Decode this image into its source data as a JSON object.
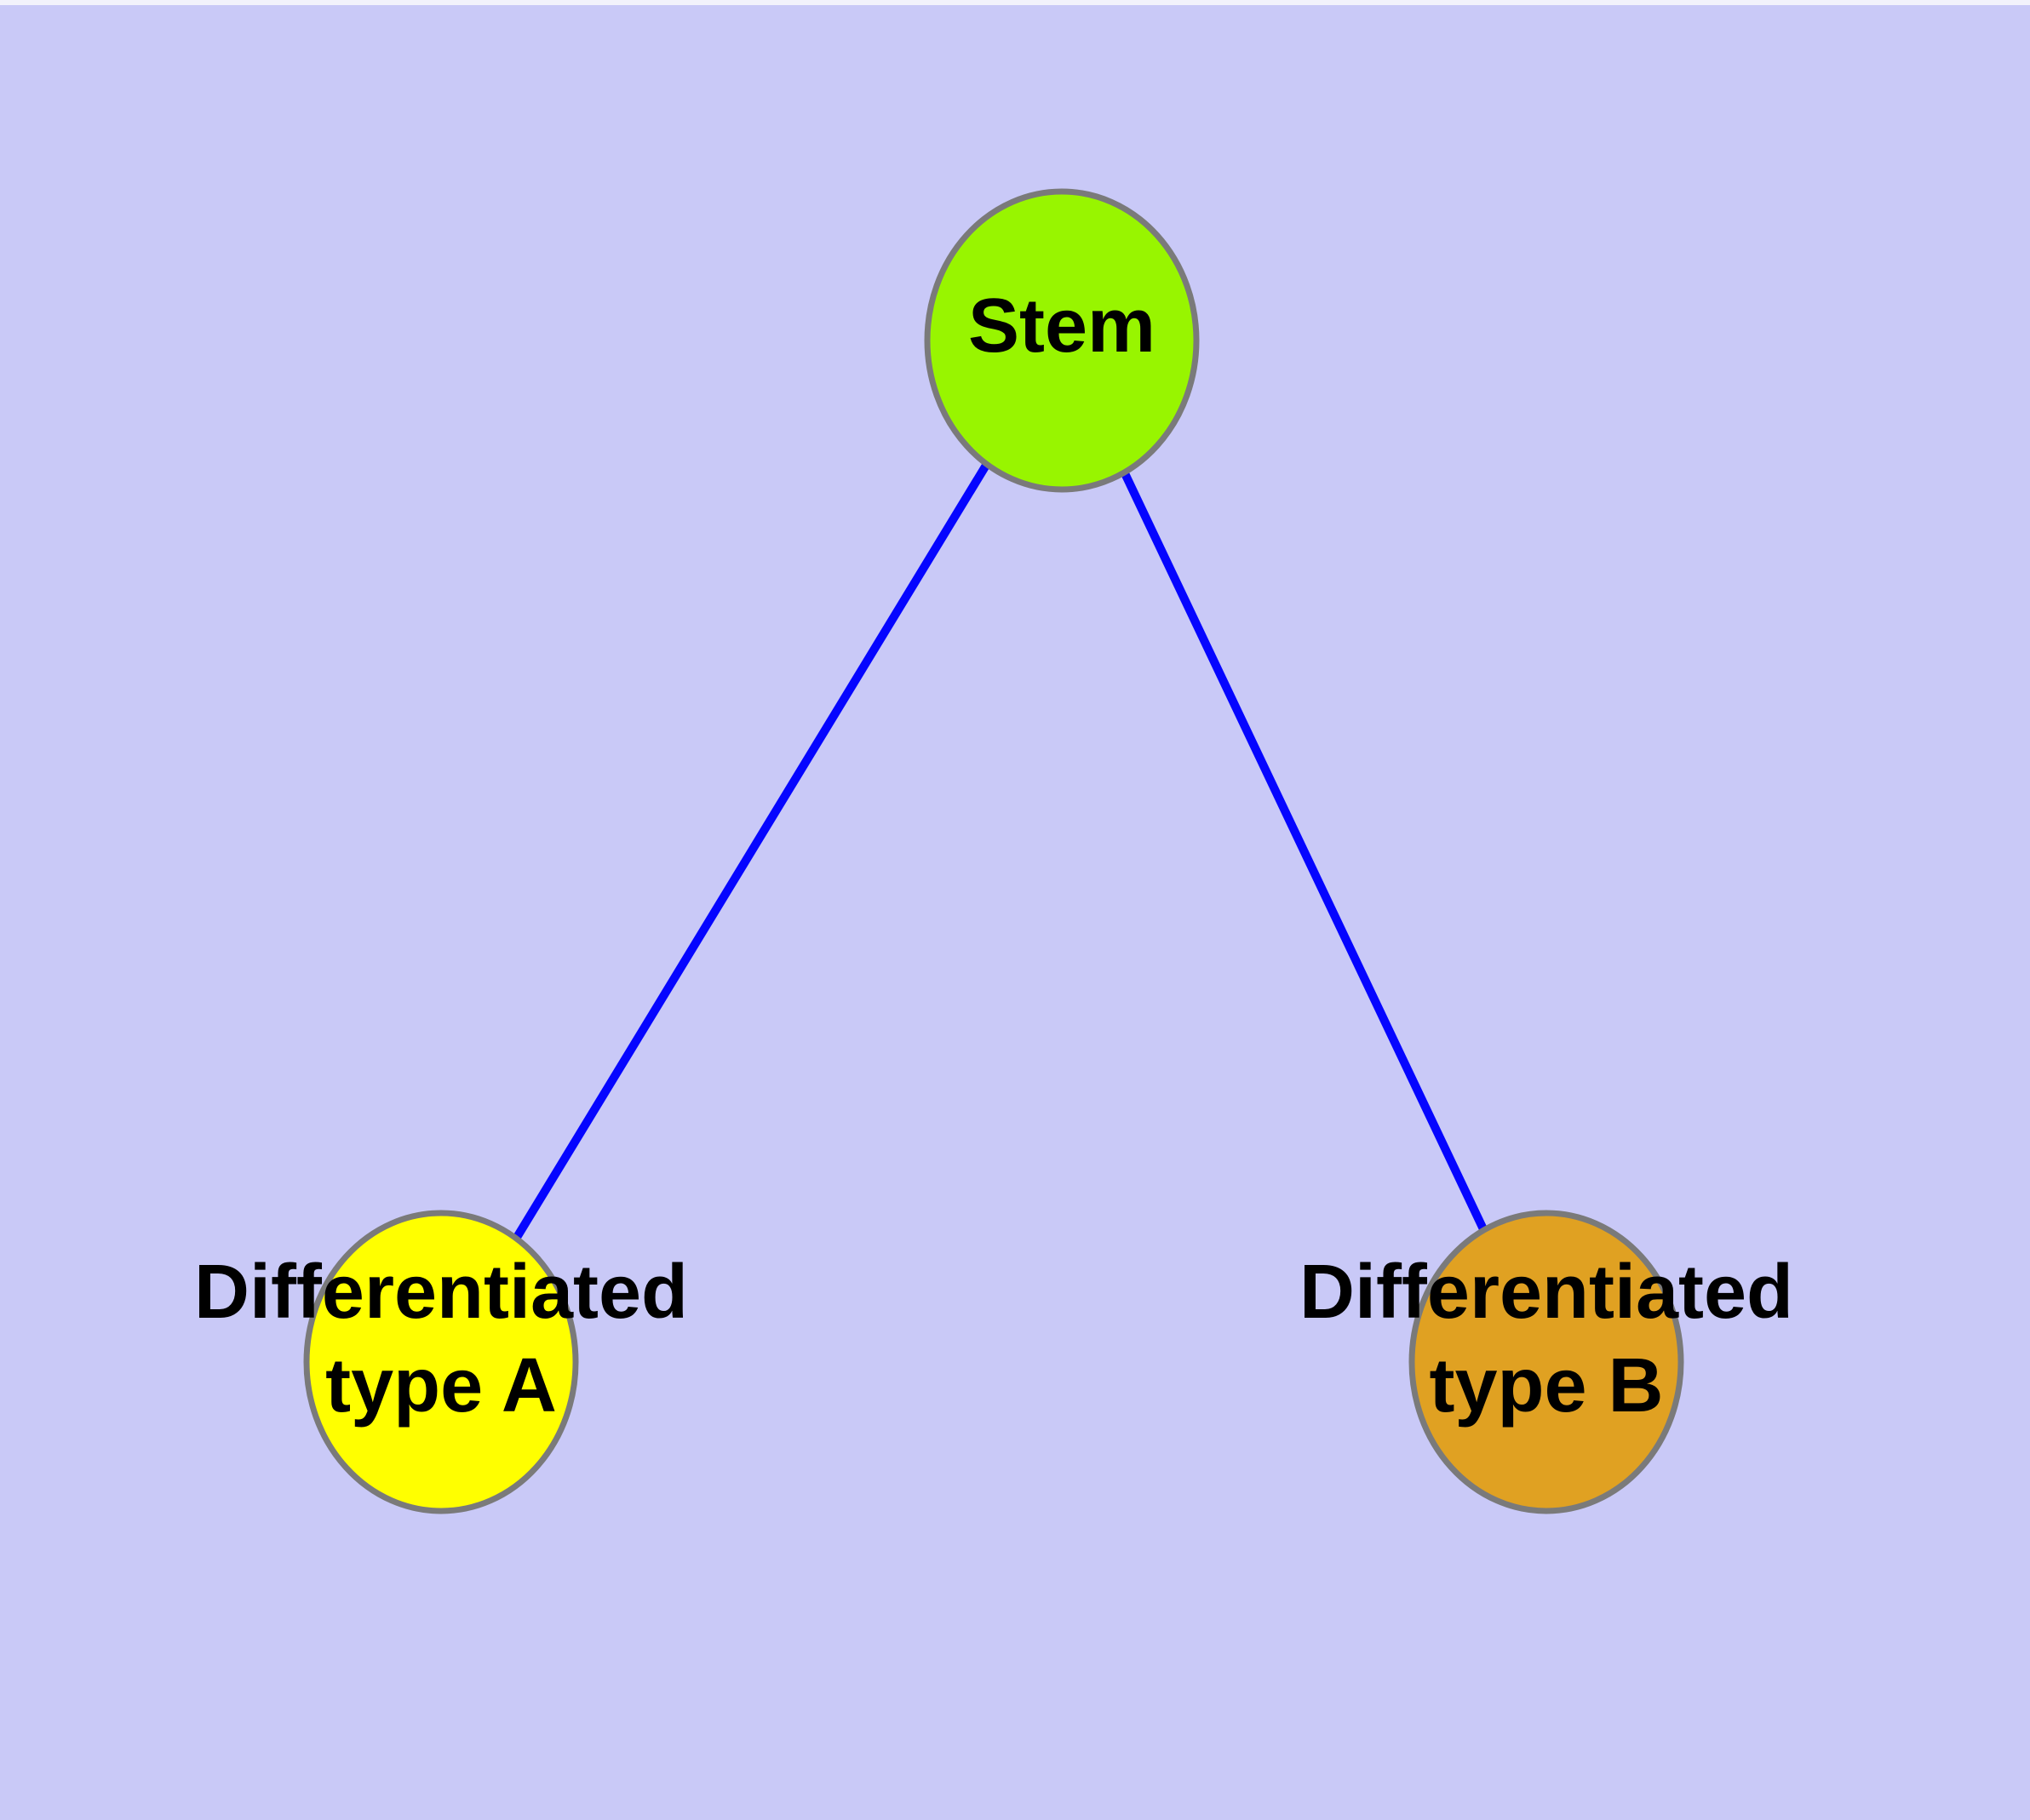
{
  "figure": {
    "background_color": "#c9c9f7",
    "top_strip_color": "#f2f2fb",
    "edge_color": "#0505ff",
    "node_stroke_color": "#7a7a7a",
    "nodes": {
      "stem": {
        "label": "Stem",
        "fill": "#98f500"
      },
      "type_a": {
        "label_line1": "Differentiated",
        "label_line2": "type A",
        "fill": "#ffff00"
      },
      "type_b": {
        "label_line1": "Differentiated",
        "label_line2": "type B",
        "fill": "#e0a122"
      }
    },
    "edges": [
      {
        "from": "stem",
        "to": "type_a"
      },
      {
        "from": "stem",
        "to": "type_b"
      }
    ]
  }
}
